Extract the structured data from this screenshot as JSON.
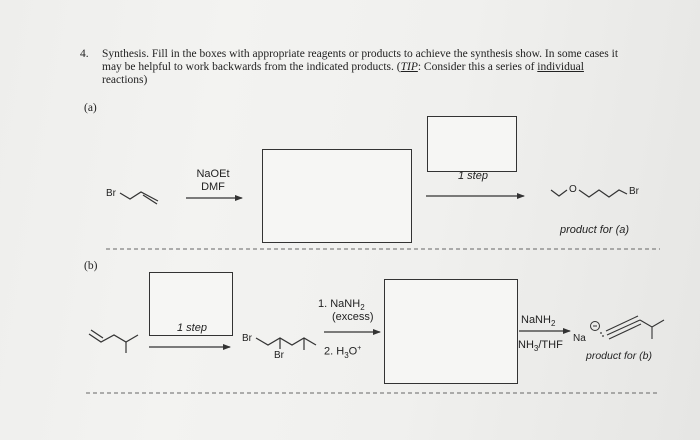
{
  "question": {
    "number": "4.",
    "line1_prefix": "Synthesis. Fill in the boxes with appropriate reagents or products to achieve the synthesis show.  In some cases it",
    "line2_prefix": "may be helpful to work backwards from the indicated products.  (",
    "tip_label": "TIP",
    "line2_mid": ":  Consider this a series of ",
    "individual": "individual",
    "line3": "reactions)"
  },
  "part_a": {
    "label": "(a)",
    "start_atom": "Br",
    "reagent_line1": "NaOEt",
    "reagent_line2": "DMF",
    "step_label": "1 step",
    "product_o": "O",
    "product_br": "Br",
    "product_caption": "product for (a)"
  },
  "part_b": {
    "label": "(b)",
    "step_label": "1 step",
    "dibromide_br_top": "Br",
    "dibromide_br_bottom": "Br",
    "reagent1_line1": "1. NaNH",
    "reagent1_sub1": "2",
    "reagent1_line2": "(excess)",
    "reagent1_line3": "2. H",
    "reagent1_sub3": "3",
    "reagent1_tail3": "O",
    "reagent1_sup3": "+",
    "reagent2_top": "NaNH",
    "reagent2_top_sub": "2",
    "reagent2_bot_a": "NH",
    "reagent2_bot_sub": "3",
    "reagent2_bot_b": "/THF",
    "counterion": "Na",
    "product_caption": "product for (b)"
  },
  "colors": {
    "ink": "#222222",
    "box_border": "#333333",
    "paper": "#f0f0ee"
  }
}
